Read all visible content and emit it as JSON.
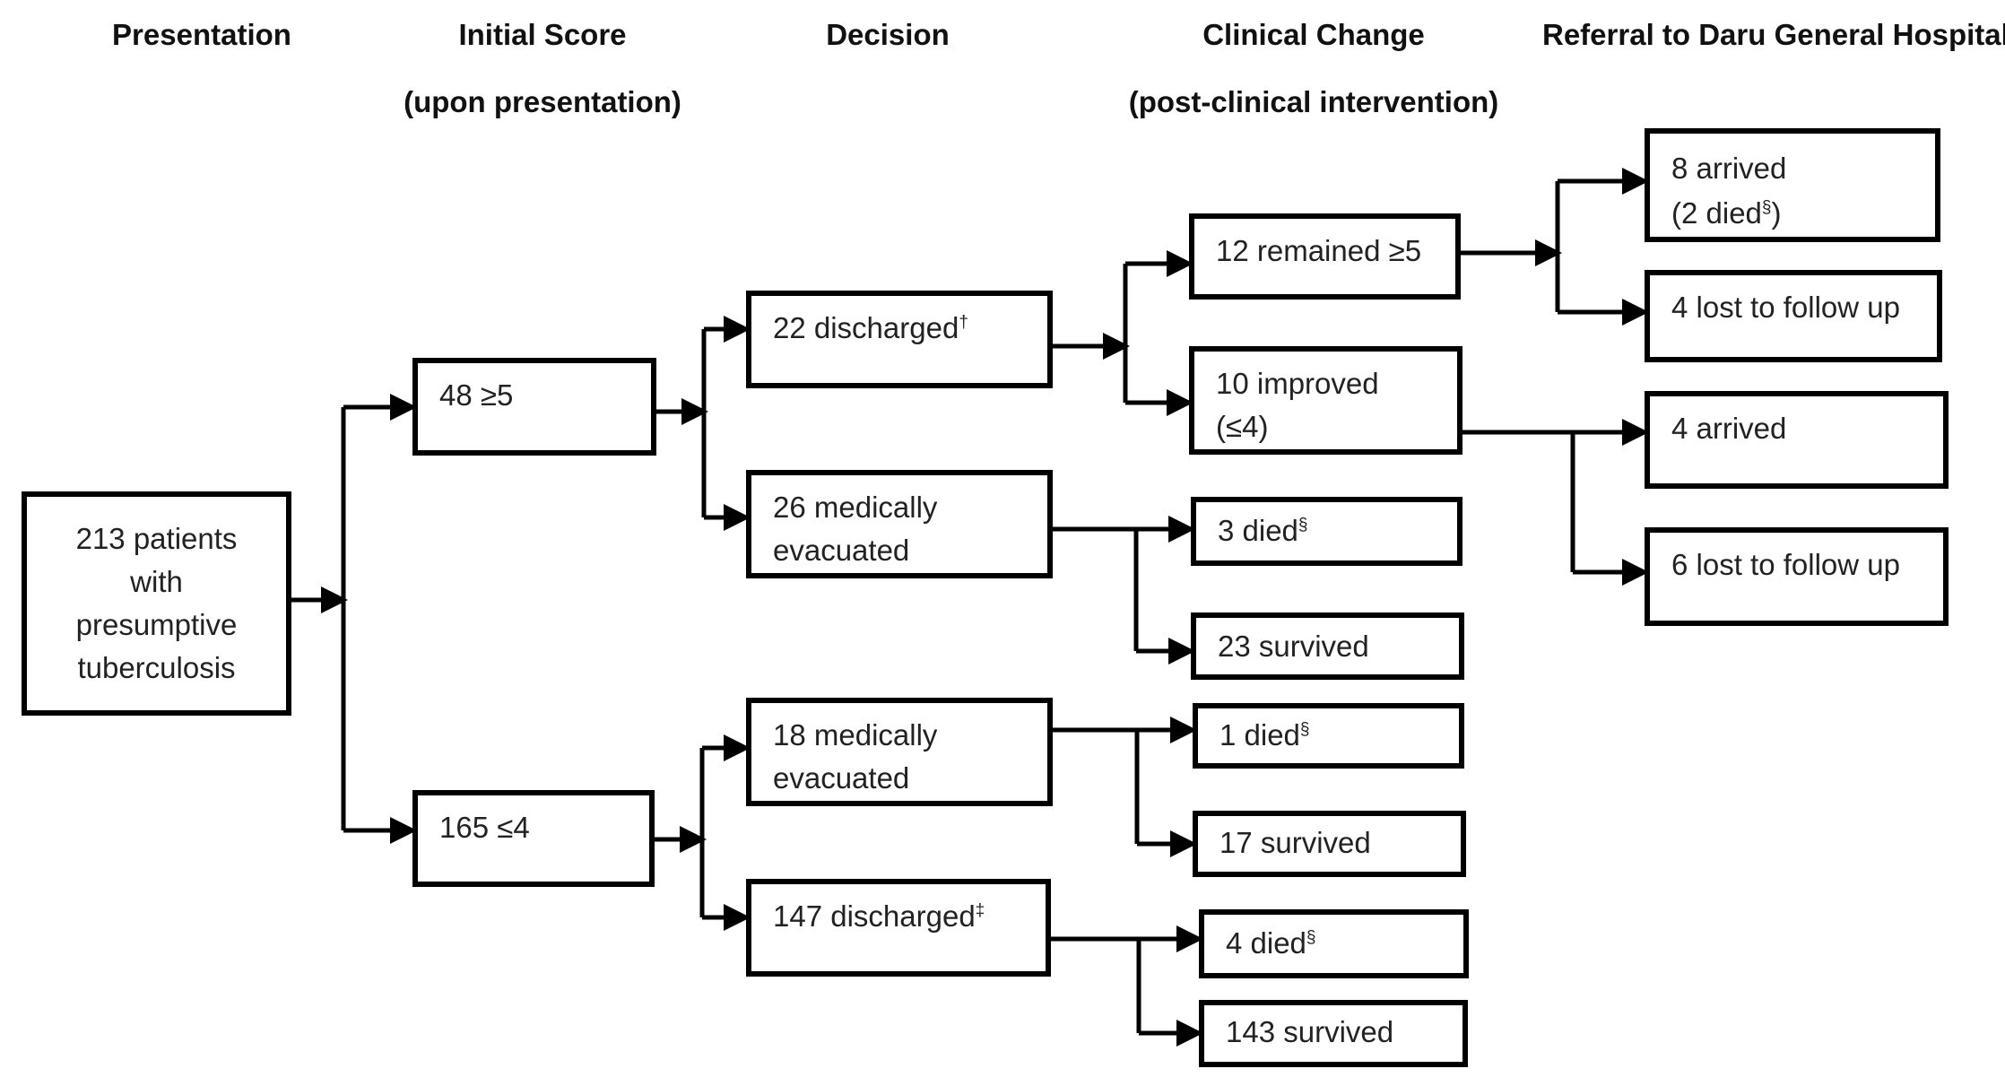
{
  "headers": {
    "presentation": "Presentation",
    "initial_score": "Initial Score",
    "initial_score_sub": "(upon presentation)",
    "decision": "Decision",
    "clinical_change": "Clinical Change",
    "clinical_change_sub": "(post-clinical intervention)",
    "referral": "Referral to Daru General Hospital"
  },
  "nodes": {
    "presentation": {
      "line1": "213 patients",
      "line2": "with",
      "line3": "presumptive",
      "line4": "tuberculosis"
    },
    "score_high": {
      "label": "48 ≥5"
    },
    "score_low": {
      "label": "165 ≤4"
    },
    "high_discharged": {
      "label": "22 discharged",
      "mark": "†"
    },
    "high_evacuated": {
      "line1": "26 medically",
      "line2": "evacuated"
    },
    "low_evacuated": {
      "line1": "18 medically",
      "line2": "evacuated"
    },
    "low_discharged": {
      "label": "147 discharged",
      "mark": "‡"
    },
    "remained": {
      "label": "12 remained ≥5"
    },
    "improved": {
      "line1": "10 improved",
      "line2": "(≤4)"
    },
    "high_evac_died": {
      "label": "3 died",
      "mark": "§"
    },
    "high_evac_survived": {
      "label": "23 survived"
    },
    "low_evac_died": {
      "label": "1 died",
      "mark": "§"
    },
    "low_evac_survived": {
      "label": "17 survived"
    },
    "low_dis_died": {
      "label": "4 died",
      "mark": "§"
    },
    "low_dis_survived": {
      "label": "143 survived"
    },
    "remained_arrived": {
      "line1": "8 arrived",
      "line2_pre": "(2 died",
      "mark": "§",
      "line2_post": ")"
    },
    "remained_lost": {
      "label": "4 lost to follow up"
    },
    "improved_arrived": {
      "label": "4 arrived"
    },
    "improved_lost": {
      "label": "6 lost to follow up"
    }
  }
}
